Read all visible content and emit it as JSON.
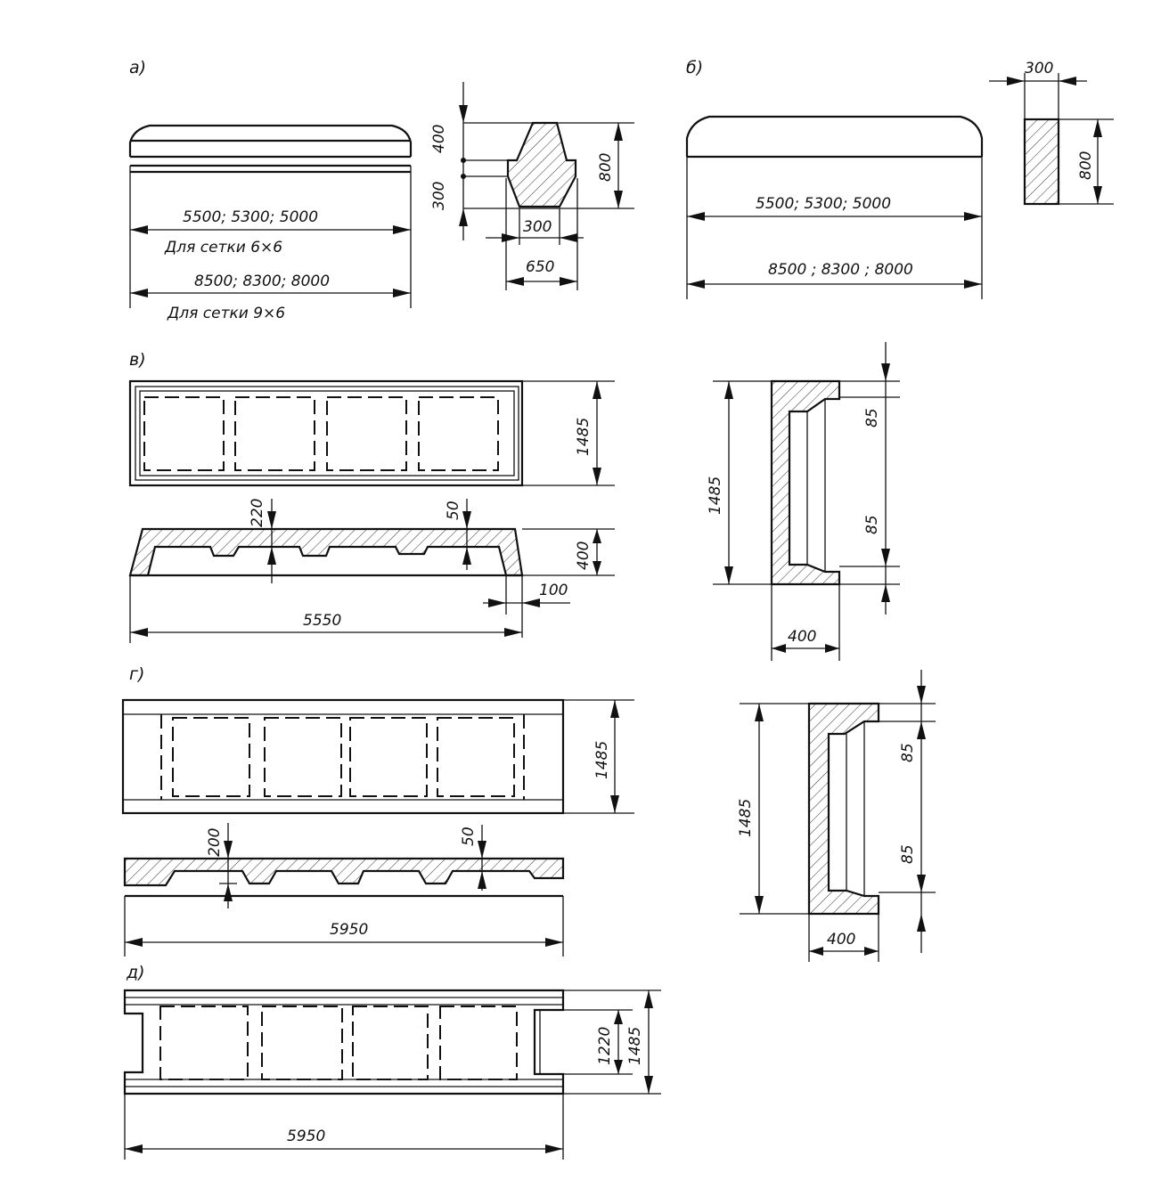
{
  "panels": {
    "a": {
      "label": "а)",
      "dims_6x6": "5500; 5300; 5000",
      "grid_6x6": "Для   сетки 6×6",
      "dims_9x6": "8500; 8300; 8000",
      "grid_9x6": "Для   сетки 9×6",
      "sec_400": "400",
      "sec_300v": "300",
      "sec_800": "800",
      "sec_300h": "300",
      "sec_650": "650"
    },
    "b": {
      "label": "б)",
      "dims_short": "5500; 5300; 5000",
      "dims_long": "8500 ; 8300 ; 8000",
      "sec_300": "300",
      "sec_800": "800"
    },
    "v": {
      "label": "в)",
      "height": "1485",
      "d_220": "220",
      "d_50": "50",
      "d_400": "400",
      "d_100": "100",
      "length": "5550",
      "sec_1485": "1485",
      "sec_85_top": "85",
      "sec_85_bot": "85",
      "sec_400": "400"
    },
    "g": {
      "label": "г)",
      "height": "1485",
      "d_200": "200",
      "d_50": "50",
      "length": "5950",
      "sec_1485": "1485",
      "sec_85_top": "85",
      "sec_85_bot": "85",
      "sec_400": "400"
    },
    "d": {
      "label": "д)",
      "d_1220": "1220",
      "d_1485": "1485",
      "length": "5950"
    }
  }
}
